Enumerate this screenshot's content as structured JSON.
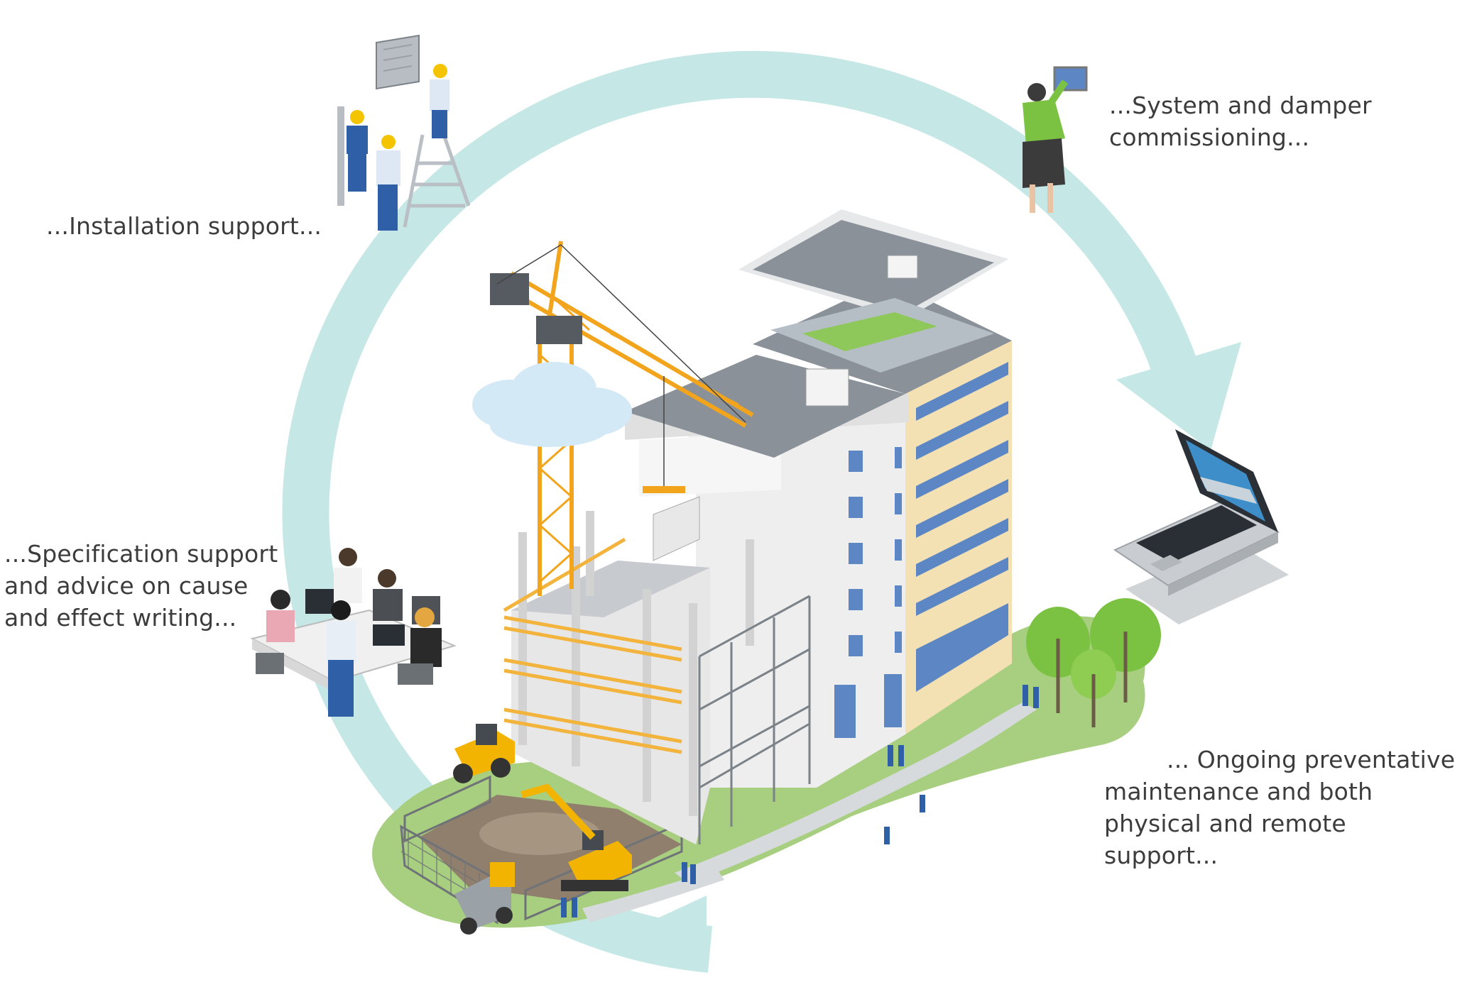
{
  "labels": {
    "installation": [
      "...Installation support..."
    ],
    "commissioning": [
      "...System and damper",
      "commissioning..."
    ],
    "specification": [
      "...Specification support",
      "and advice on cause",
      "and effect writing..."
    ],
    "maintenance": [
      "... Ongoing preventative",
      "maintenance and both",
      "physical and remote",
      "support..."
    ]
  },
  "colors": {
    "cycle_arrow": "#c5e8e6",
    "ground": "#a7cf7f",
    "crane": "#f2a51c",
    "building_facade": "#f3e1b4",
    "building_white": "#eeeeee",
    "roof": "#8a9199",
    "window": "#5d87c4",
    "tree": "#7cc242",
    "text": "#3c3c3c"
  },
  "icons": [
    "installation-workers-icon",
    "commissioning-technician-icon",
    "specification-meeting-icon",
    "maintenance-laptop-icon",
    "construction-building-icon",
    "tower-crane-icon",
    "cloud-icon",
    "tree-icon",
    "excavator-icon",
    "dump-truck-icon",
    "wheel-loader-icon"
  ]
}
